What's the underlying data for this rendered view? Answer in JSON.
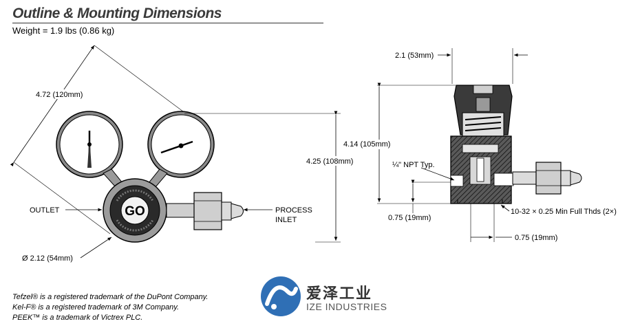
{
  "header": {
    "title": "Outline & Mounting Dimensions",
    "weight": "Weight = 1.9 lbs (0.86 kg)"
  },
  "front_view": {
    "dim_diagonal": "4.72 (120mm)",
    "dim_height": "4.25 (108mm)",
    "dim_diameter": "Ø 2.12 (54mm)",
    "outlet": "OUTLET",
    "process_line1": "PROCESS",
    "process_line2": "INLET",
    "knob_mark": "GO"
  },
  "side_view": {
    "dim_top_width": "2.1 (53mm)",
    "dim_height": "4.14 (105mm)",
    "npt": "¼\" NPT Typ.",
    "dim_left": "0.75 (19mm)",
    "threads": "10-32 × 0.25 Min Full Thds (2×)",
    "dim_bottom": "0.75 (19mm)"
  },
  "trademarks": [
    "Tefzel® is a registered trademark of the DuPont Company.",
    "Kel-F® is a registered trademark of 3M Company.",
    "PEEK™ is a trademark of Victrex PLC."
  ],
  "logo": {
    "chinese": "爱泽工业",
    "english": "IZE INDUSTRIES",
    "color": "#2f6fb5"
  }
}
